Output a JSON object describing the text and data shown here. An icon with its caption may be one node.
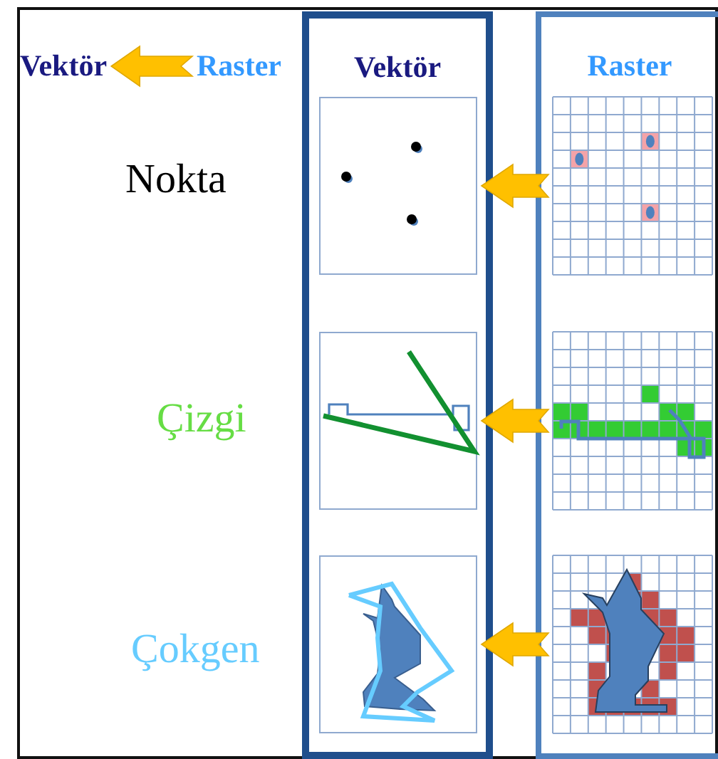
{
  "diagram": {
    "nodes": [
      {
        "text": [
          "Vektör"
        ]
      },
      {
        "text": [
          "Raster"
        ]
      },
      {
        "text": [
          "Vektör"
        ]
      },
      {
        "text": [
          "Raster"
        ]
      },
      {
        "text": [],
        "shape": "picture",
        "in": 2
      },
      {
        "text": [],
        "shape": "picture",
        "in": 2
      },
      {
        "text": [],
        "shape": "picture",
        "in": 2
      },
      {
        "text": [],
        "shape": "picture",
        "in": 3
      },
      {
        "text": [],
        "shape": "picture",
        "in": 3
      },
      {
        "text": [],
        "shape": "picture",
        "in": 3
      }
    ],
    "edges": [
      {
        "from": 1,
        "to": 0,
        "arrow": "to"
      },
      {
        "from": 7,
        "to": 4,
        "arrow": "to"
      },
      {
        "from": 8,
        "to": 5,
        "arrow": "to"
      },
      {
        "from": 9,
        "to": 6,
        "arrow": "to"
      }
    ],
    "labels": [
      "Nokta",
      "Çizgi",
      "Çokgen"
    ]
  }
}
